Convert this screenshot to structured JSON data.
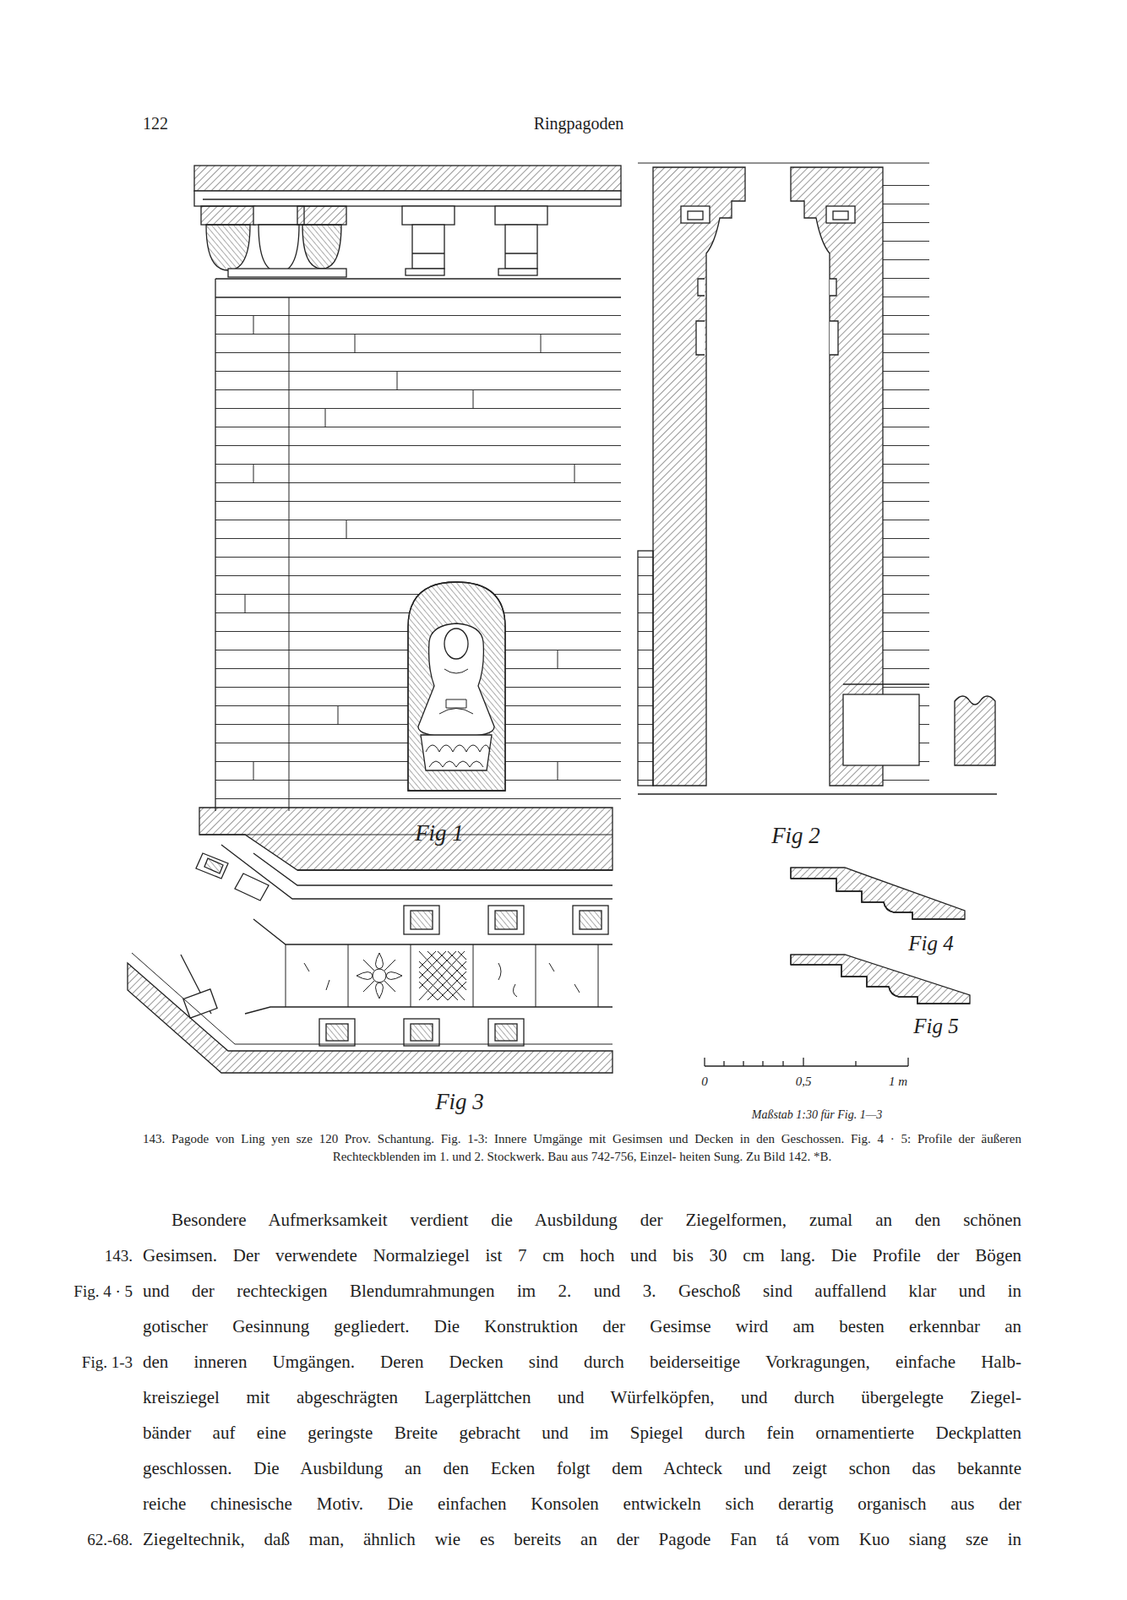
{
  "diagram": {
    "caption": "143. Pagode von Ling yen sze 120 Prov. Schantung. Fig. 1-3: Innere Umgänge mit Gesimsen und Decken in den Geschossen. Fig. 4 · 5: Profile der äußeren Rechteckblenden im 1. und 2. Stockwerk. Bau aus 742-756, Einzel- heiten Sung. Zu Bild 142. *B.",
    "labels": [
      "122",
      "Ringpagoden",
      "Fig 1",
      "Fig 2",
      "Fig 3",
      "Fig 4",
      "Fig 5",
      "0",
      "0,5",
      "1 m",
      "Maßstab 1:30 für Fig. 1—3",
      "Besondere Aufmerksamkeit verdient die Ausbildung der Ziegelformen, zumal an den schönen",
      "Gesimsen. Der verwendete Normalziegel ist 7 cm hoch und bis 30 cm lang. Die Profile der Bögen",
      "und der rechteckigen Blendumrahmungen im 2. und 3. Geschoß sind auffallend klar und in",
      "gotischer Gesinnung gegliedert. Die Konstruktion der Gesimse wird am besten erkennbar an",
      "den inneren Umgängen. Deren Decken sind durch beiderseitige Vorkragungen, einfache Halb-",
      "kreisziegel mit abgeschrägten Lagerplättchen und Würfelköpfen, und durch übergelegte Ziegel-",
      "bänder auf eine geringste Breite gebracht und im Spiegel durch fein ornamentierte Deckplatten",
      "geschlossen. Die Ausbildung an den Ecken folgt dem Achteck und zeigt schon das bekannte",
      "reiche chinesische Motiv. Die einfachen Konsolen entwickeln sich derartig organisch aus der",
      "Ziegeltechnik, daß man, ähnlich wie es bereits an der Pagode Fan tá vom Kuo siang sze in",
      "143.",
      "Fig. 4 · 5",
      "Fig. 1-3",
      "62.-68."
    ]
  }
}
